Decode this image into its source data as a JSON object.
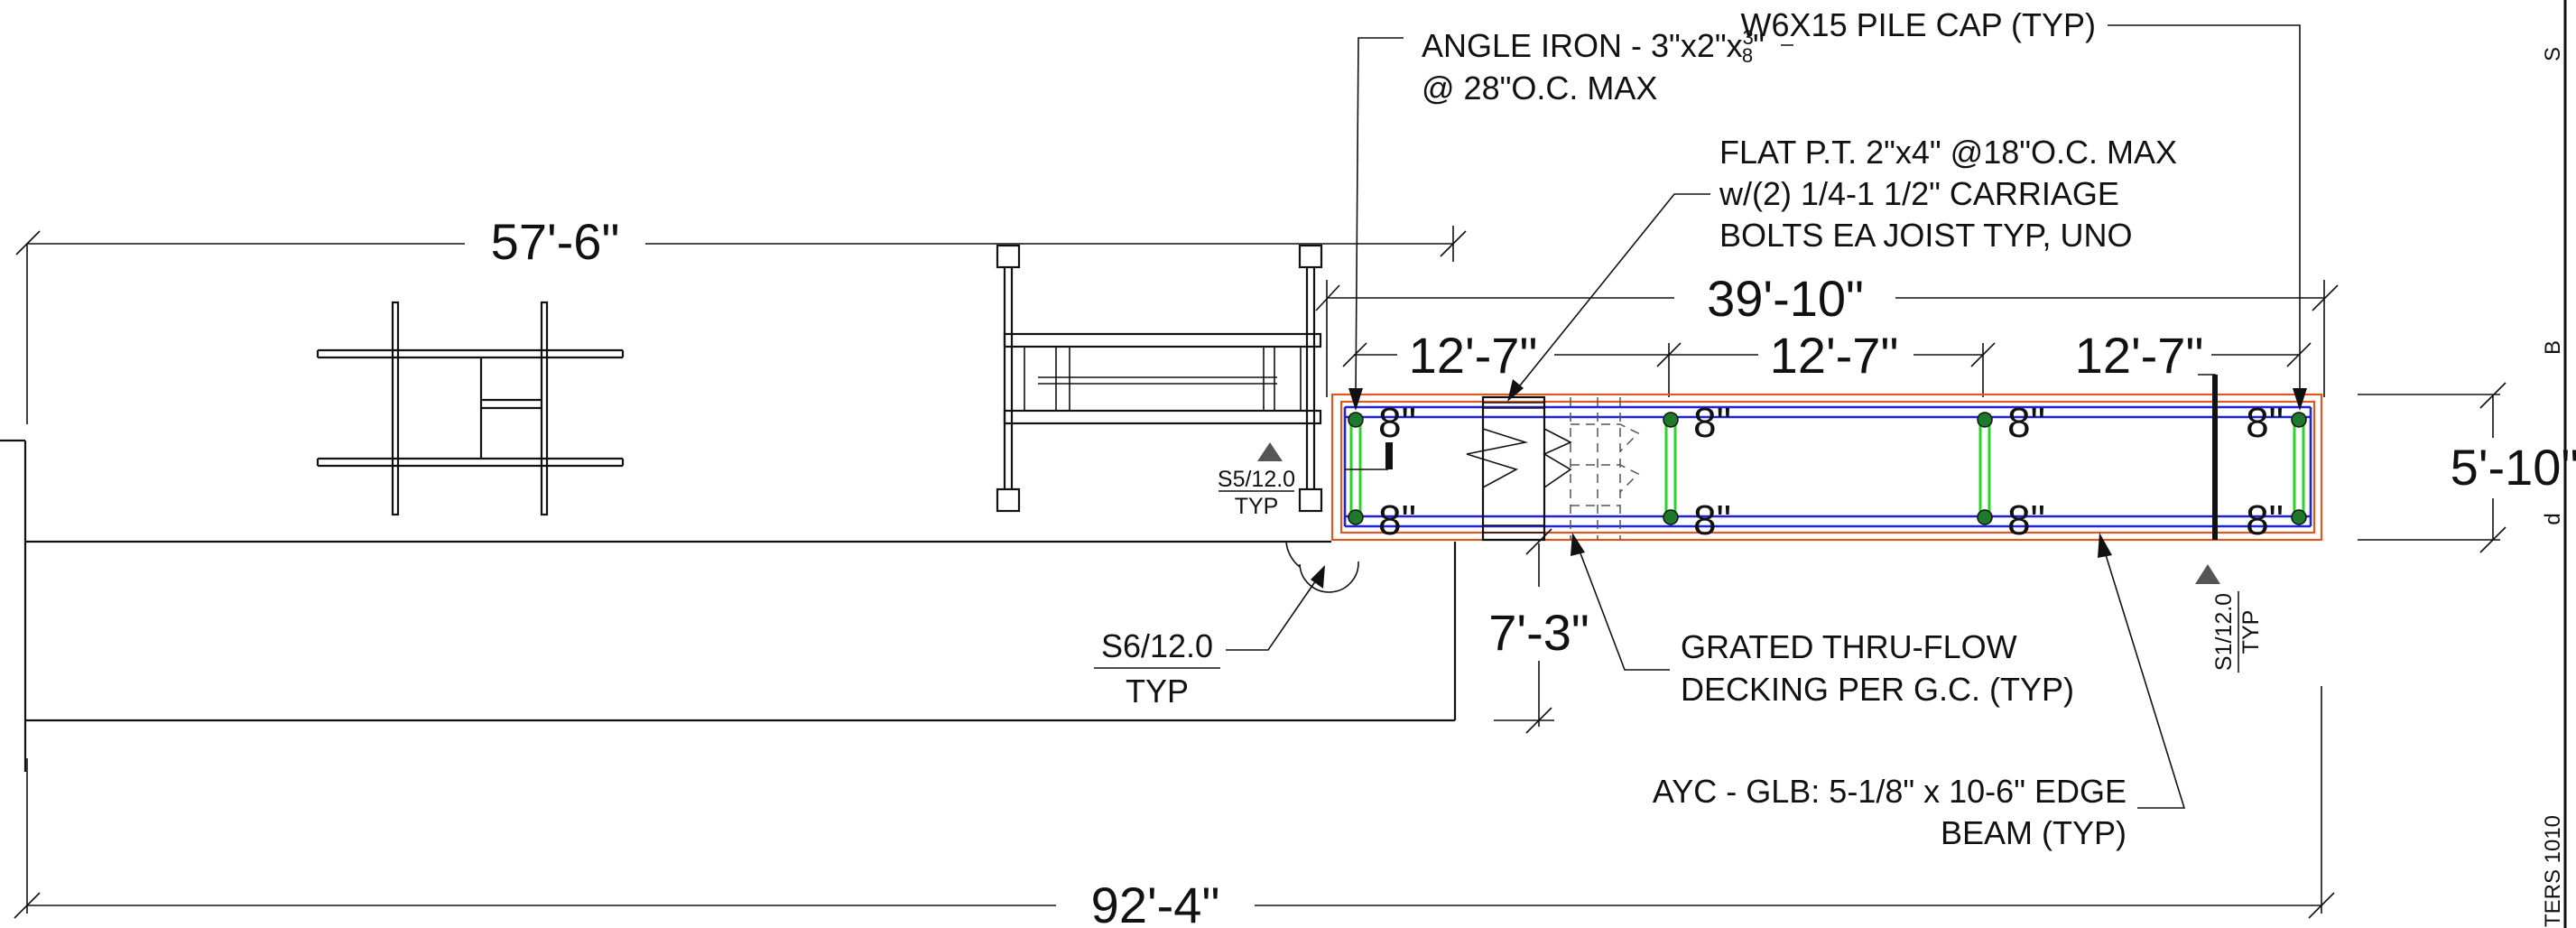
{
  "dimensions": {
    "overall_length": "92'-4\"",
    "left_section": "57'-6\"",
    "platform_length": "39'-10\"",
    "bay_1": "12'-7\"",
    "bay_2": "12'-7\"",
    "bay_3": "12'-7\"",
    "platform_width": "5'-10\"",
    "offset": "7'-3\""
  },
  "notes": {
    "angle_iron_line1": "ANGLE IRON - 3\"x2\"x",
    "angle_iron_frac_num": "3",
    "angle_iron_frac_den": "8",
    "angle_iron_frac_tail": "\"",
    "angle_iron_line2": "@ 28\"O.C. MAX",
    "pile_cap": "W6X15 PILE CAP (TYP)",
    "joist_line1": "FLAT P.T. 2\"x4\" @18\"O.C. MAX",
    "joist_line2": "w/(2) 1/4-1 1/2\" CARRIAGE",
    "joist_line3": "BOLTS EA JOIST TYP, UNO",
    "grated_line1": "GRATED THRU-FLOW",
    "grated_line2": "DECKING PER G.C. (TYP)",
    "beam_line1": "AYC - GLB: 5-1/8\" x 10-6\" EDGE",
    "beam_line2": "BEAM (TYP)"
  },
  "pile_marks": [
    "8\"",
    "8\"",
    "8\"",
    "8\"",
    "8\"",
    "8\"",
    "8\"",
    "8\""
  ],
  "section_tags": {
    "s5_ref": "S5/12.0",
    "s5_typ": "TYP",
    "s6_ref": "S6/12.0",
    "s6_typ": "TYP",
    "s1_ref": "S1/12.0",
    "s1_typ": "TYP"
  },
  "edge_text": {
    "top": "S",
    "middle1": "B",
    "middle2": "d",
    "bottom": "TERS 1010"
  },
  "colors": {
    "line": "#111111",
    "beam_outline": "#e2571e",
    "joist": "#1f23d6",
    "pile_cap": "#28d428",
    "pile": "#1d7a2a"
  }
}
